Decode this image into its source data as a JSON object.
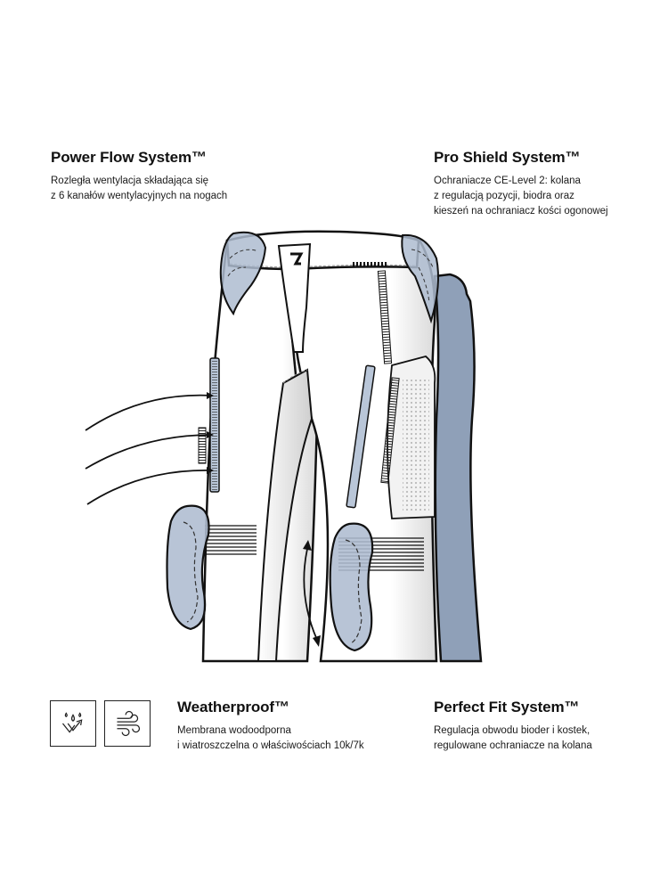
{
  "features": {
    "power_flow": {
      "title": "Power Flow System™",
      "lines": [
        "Rozległa wentylacja składająca się",
        "z 6 kanałów wentylacyjnych na nogach"
      ]
    },
    "pro_shield": {
      "title": "Pro Shield System™",
      "lines": [
        "Ochraniacze CE-Level 2: kolana",
        "z regulacją pozycji, biodra oraz",
        "kieszeń na ochraniacz kości ogonowej"
      ]
    },
    "weatherproof": {
      "title": "Weatherproof™",
      "lines": [
        "Membrana wodoodporna",
        "i wiatroszczelna o właściwościach 10k/7k"
      ],
      "icons": [
        "waterproof-icon",
        "windproof-icon"
      ]
    },
    "perfect_fit": {
      "title": "Perfect Fit System™",
      "lines": [
        "Regulacja obwodu bioder i kostek,",
        "regulowane ochraniacze na kolana"
      ]
    }
  },
  "colors": {
    "armor_blue": "#aebcd0",
    "panel_blue": "#8fa0b8",
    "zipper_blue": "#b9c6d8",
    "outline": "#111111"
  }
}
